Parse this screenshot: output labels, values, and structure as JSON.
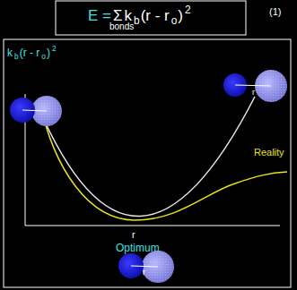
{
  "diagram": {
    "labels": [
      "E =",
      "Σ",
      "k",
      "b",
      "(r - r",
      "o",
      ")",
      "2",
      "bonds",
      "(1)",
      "k",
      "b",
      "(r - r",
      "o",
      ")",
      "2",
      "r",
      "Reality",
      "r",
      "Optimum",
      "r"
    ]
  }
}
